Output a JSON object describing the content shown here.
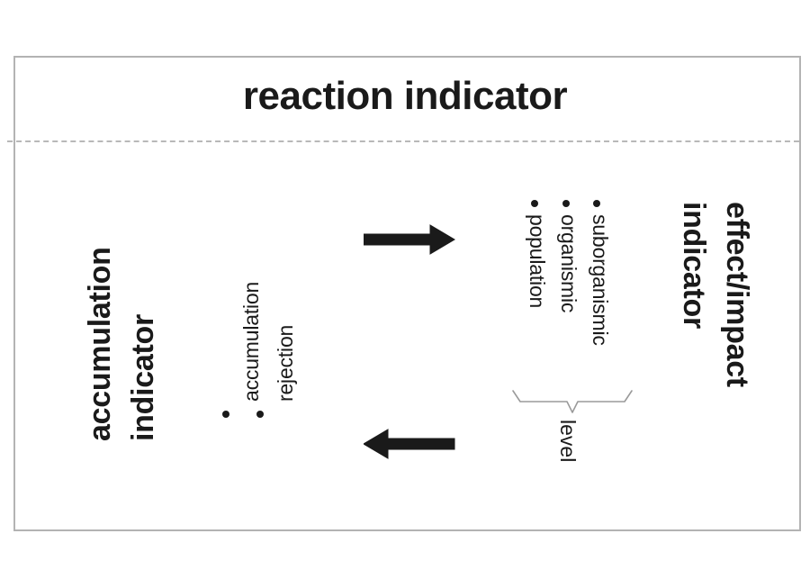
{
  "diagram": {
    "title": "reaction indicator",
    "left_section": {
      "heading_lines": [
        "accumulation",
        "indicator"
      ],
      "items": [
        "accumulation",
        "rejection"
      ]
    },
    "center_section": {
      "items": [
        "suborganismic",
        "organismic",
        "population"
      ],
      "brace_label": "level",
      "arrows": [
        {
          "name": "arrow-right",
          "direction": "right"
        },
        {
          "name": "arrow-left",
          "direction": "left"
        }
      ]
    },
    "right_section": {
      "heading_lines": [
        "effect/impact",
        "indicator"
      ]
    },
    "colors": {
      "text": "#1a1a1a",
      "frame": "#b3b3b3",
      "divider": "#b8b8b8",
      "brace": "#9a9a9a",
      "background": "#ffffff"
    },
    "icons": {
      "bullet": "bullet-dot-icon",
      "brace": "curly-brace-icon"
    }
  }
}
